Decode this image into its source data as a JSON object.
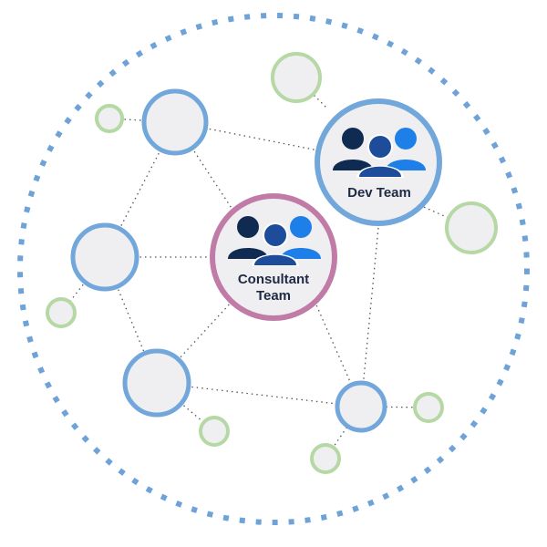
{
  "labels": {
    "dev_team": "Dev Team",
    "consultant_team_line1": "Consultant",
    "consultant_team_line2": "Team"
  },
  "colors": {
    "outer_ring": "#6fa3d8",
    "blue_node": "#72a7db",
    "green_node": "#b5d8a4",
    "purple_node": "#c07ca6",
    "node_fill": "#efeff1",
    "connector": "#555555",
    "people_dark": "#0f2b52",
    "people_mid": "#1c4c9a",
    "people_light": "#1e7fe8"
  },
  "icons": {
    "dev_team": "people-group-icon",
    "consultant_team": "people-group-icon"
  }
}
